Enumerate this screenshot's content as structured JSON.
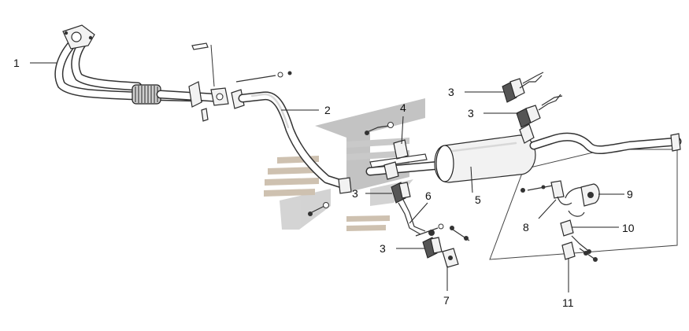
{
  "callouts": [
    {
      "id": "c1",
      "label": "1"
    },
    {
      "id": "c2",
      "label": "2"
    },
    {
      "id": "c3a",
      "label": "3"
    },
    {
      "id": "c3b",
      "label": "3"
    },
    {
      "id": "c3c",
      "label": "3"
    },
    {
      "id": "c3d",
      "label": "3"
    },
    {
      "id": "c4",
      "label": "4"
    },
    {
      "id": "c5",
      "label": "5"
    },
    {
      "id": "c6",
      "label": "6"
    },
    {
      "id": "c7",
      "label": "7"
    },
    {
      "id": "c8",
      "label": "8"
    },
    {
      "id": "c9",
      "label": "9"
    },
    {
      "id": "c10",
      "label": "10"
    },
    {
      "id": "c11",
      "label": "11"
    }
  ],
  "colors": {
    "line": "#333333",
    "watermark_gray": "#b9b9b9",
    "watermark_light": "#d3d3d3",
    "watermark_tan": "#c7b9a6"
  }
}
